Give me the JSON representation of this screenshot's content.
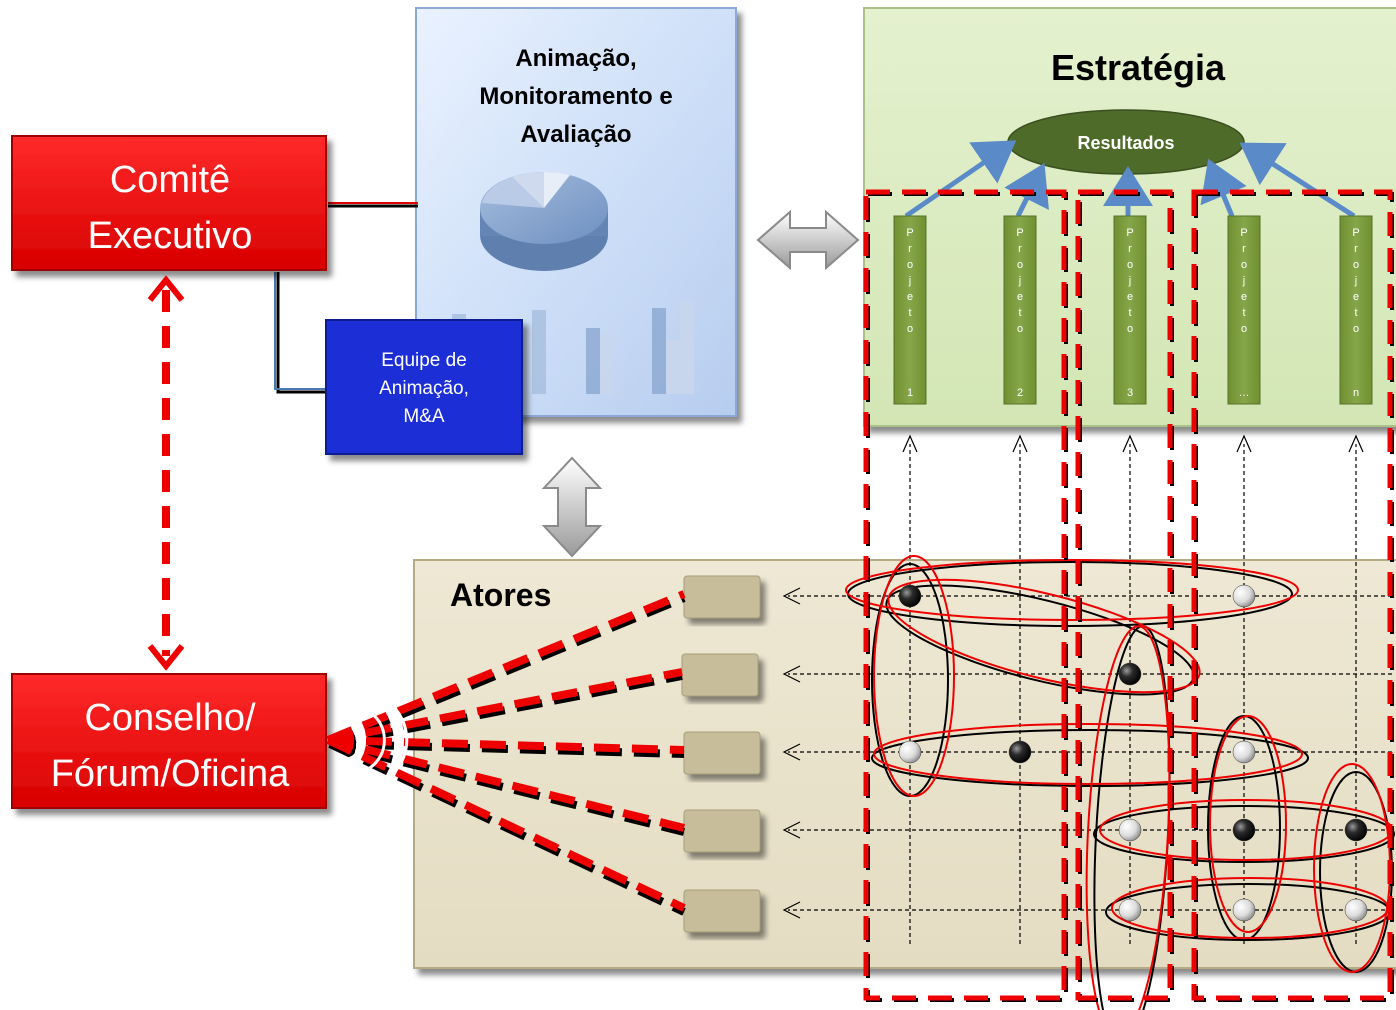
{
  "comite": {
    "line1": "Comitê",
    "line2": "Executivo"
  },
  "conselho": {
    "line1": "Conselho/",
    "line2": "Fórum/Oficina"
  },
  "animacao_panel": {
    "line1": "Animação,",
    "line2": "Monitoramento e",
    "line3": "Avaliação"
  },
  "equipe": {
    "line1": "Equipe de",
    "line2": "Animação,",
    "line3": "M&A"
  },
  "estrategia": {
    "title": "Estratégia",
    "resultados": "Resultados"
  },
  "projects": [
    {
      "letters": [
        "P",
        "r",
        "o",
        "j",
        "e",
        "t",
        "o"
      ],
      "id": "1"
    },
    {
      "letters": [
        "P",
        "r",
        "o",
        "j",
        "e",
        "t",
        "o"
      ],
      "id": "2"
    },
    {
      "letters": [
        "P",
        "r",
        "o",
        "j",
        "e",
        "t",
        "o"
      ],
      "id": "3"
    },
    {
      "letters": [
        "P",
        "r",
        "o",
        "j",
        "e",
        "t",
        "o"
      ],
      "id": "…"
    },
    {
      "letters": [
        "P",
        "r",
        "o",
        "j",
        "e",
        "t",
        "o"
      ],
      "id": "n"
    }
  ],
  "atores": {
    "title": "Atores"
  },
  "ball_matrix": {
    "rows": [
      [
        "dark",
        null,
        null,
        "light",
        null
      ],
      [
        null,
        null,
        "dark",
        null,
        null
      ],
      [
        "light",
        "dark",
        null,
        "light",
        null
      ],
      [
        null,
        null,
        "light",
        "dark",
        "dark"
      ],
      [
        null,
        null,
        "light",
        "light",
        "light"
      ]
    ]
  },
  "colors": {
    "red_box": "#ee0000",
    "blue_box": "#1a2fd6",
    "strategy_green": "#4f6b2a",
    "project_green": "#7a9a3a",
    "atores_bg": "#ebe4cf",
    "actor_box": "#c7bd9a"
  }
}
